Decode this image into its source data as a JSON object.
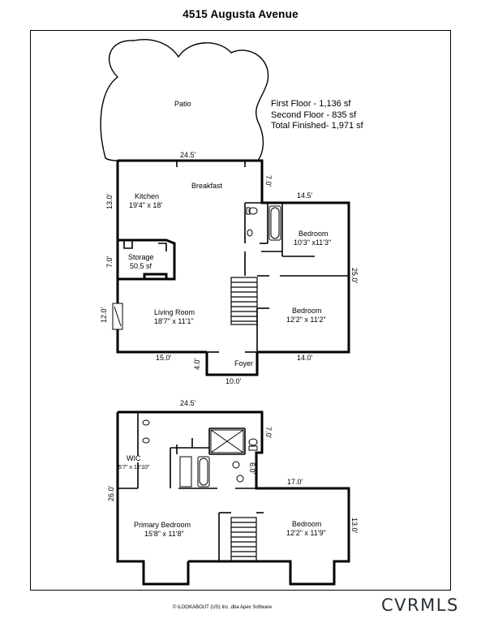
{
  "title": "4515 Augusta Avenue",
  "summary": {
    "first_floor": "First Floor - 1,136 sf",
    "second_floor": "Second Floor - 835 sf",
    "total": "Total Finished- 1,971 sf"
  },
  "first_floor": {
    "rooms": {
      "patio": "Patio",
      "breakfast": "Breakfast",
      "kitchen_name": "Kitchen",
      "kitchen_dims": "19'4\" x 18'",
      "storage_name": "Storage",
      "storage_area": "50.5 sf",
      "bedroom1_name": "Bedroom",
      "bedroom1_dims": "10'3\" x11'3\"",
      "living_name": "Living Room",
      "living_dims": "18'7\" x 11'1\"",
      "bedroom2_name": "Bedroom",
      "bedroom2_dims": "12'2\" x 11'2\"",
      "foyer": "Foyer"
    },
    "dims": {
      "top_width": "24.5'",
      "kitchen_side": "13.0'",
      "step": "7.0'",
      "bedroom_top": "14.5'",
      "storage_side": "7.0'",
      "right_side": "25.0'",
      "living_side": "12.0'",
      "bottom_left": "15.0'",
      "foyer_side": "4.0'",
      "bottom_right": "14.0'",
      "foyer_width": "10.0'"
    }
  },
  "second_floor": {
    "rooms": {
      "wic_name": "WIC",
      "wic_dims": "5'7\" x 12'10\"",
      "primary_name": "Primary Bedroom",
      "primary_dims": "15'8\" x 11'8\"",
      "bedroom_name": "Bedroom",
      "bedroom_dims": "12'2\" x 11'9\""
    },
    "dims": {
      "top_width": "24.5'",
      "right_top": "7.0'",
      "inner": "6.0'",
      "step_width": "17.0'",
      "left_side": "26.0'",
      "right_side": "13.0'"
    }
  },
  "footer": "© iLOOKABOUT (US) Inc. dba Apex Software",
  "logo": "CVRMLS"
}
